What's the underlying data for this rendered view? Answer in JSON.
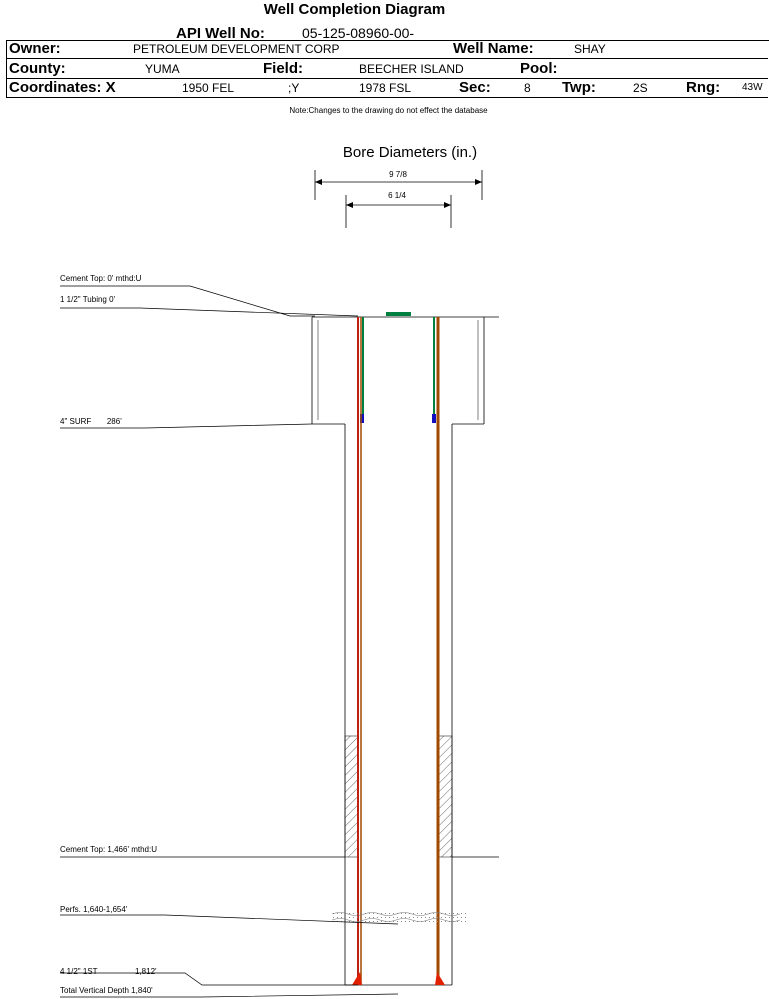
{
  "header": {
    "title": "Well Completion Diagram",
    "api_label": "API Well No:",
    "api_value": "05-125-08960-00-",
    "owner_label": "Owner:",
    "owner_value": "PETROLEUM DEVELOPMENT CORP",
    "well_name_label": "Well Name:",
    "well_name_value": "SHAY",
    "county_label": "County:",
    "county_value": "YUMA",
    "field_label": "Field:",
    "field_value": "BEECHER ISLAND",
    "pool_label": "Pool:",
    "pool_value": "",
    "coords_label": "Coordinates: X",
    "coord_x_value": "1950 FEL",
    "coord_y_label": ";Y",
    "coord_y_value": "1978 FSL",
    "sec_label": "Sec:",
    "sec_value": "8",
    "twp_label": "Twp:",
    "twp_value": "2S",
    "rng_label": "Rng:",
    "rng_value": "43W",
    "note": "Note:Changes to the drawing do not effect the database"
  },
  "diagram": {
    "bore_title": "Bore Diameters (in.)",
    "bore_outer": "9 7/8",
    "bore_inner": "6 1/4",
    "labels": {
      "cement_top_surface": "Cement Top: 0' mthd:U",
      "tubing": "1 1/2\" Tubing 0'",
      "surface_casing": "4\" SURF       286'",
      "cement_top_prod": "Cement Top: 1,466' mthd:U",
      "perfs": "Perfs. 1,640-1,654'",
      "prod_casing_name": "4 1/2\" 1ST",
      "prod_casing_depth": "1,812'",
      "tvd": "Total Vertical Depth 1,840'"
    },
    "colors": {
      "tubing": "#a04a00",
      "inner_casing": "#c02010",
      "surface_casing": "#008040",
      "shoe": "#1010c0",
      "prod_shoe": "#e02000"
    }
  }
}
